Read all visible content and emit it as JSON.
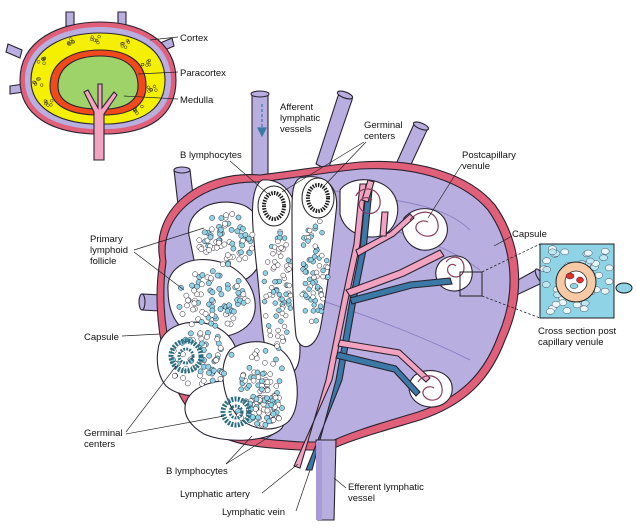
{
  "inset_labels": {
    "cortex": "Cortex",
    "paracortex": "Paracortex",
    "medulla": "Medulla"
  },
  "labels": {
    "afferent": [
      "Afferent",
      "lymphatic",
      "vessels"
    ],
    "germinal_top": [
      "Germinal",
      "centers"
    ],
    "b_lymph_top": "B lymphocytes",
    "postcapillary": [
      "Postcapillary",
      "venule"
    ],
    "primary": [
      "Primary",
      "lymphoid",
      "follicle"
    ],
    "capsule_right": "Capsule",
    "capsule_left": "Capsule",
    "cross_section": [
      "Cross section post",
      "capillary venule"
    ],
    "germinal_bottom": [
      "Germinal",
      "centers"
    ],
    "b_lymph_bottom": "B lymphocytes",
    "lymphatic_artery": "Lymphatic artery",
    "lymphatic_vein": "Lymphatic vein",
    "efferent": [
      "Efferent lymphatic",
      "vessel"
    ]
  },
  "colors": {
    "capsule_pink": "#e0607a",
    "node_purple": "#b9aee0",
    "vessel_purple": "#a99bd6",
    "cortex_yellow": "#f5f000",
    "paracortex_red": "#f04a1c",
    "medulla_green": "#9ed36a",
    "artery_pink": "#f2a3c0",
    "vein_blue": "#3b79a6",
    "cell_cyan": "#8fd3e6",
    "follicle_bg": "#ffffff",
    "ink": "#2a2330"
  }
}
